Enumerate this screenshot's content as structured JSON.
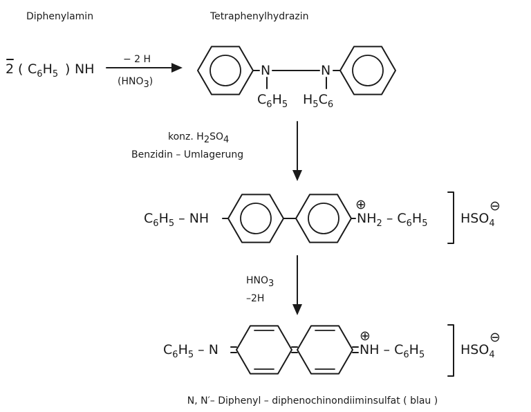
{
  "header": {
    "diphenylamin": "Diphenylamin",
    "tetraphenylhydrazin": "Tetraphenylhydrazin"
  },
  "step1": {
    "reactant_coeff": "2",
    "reactant_phenyl": "C6H5",
    "reactant_nh": "NH",
    "reagent_top": "− 2 H",
    "reagent_bottom": "HNO3"
  },
  "hydrazine": {
    "n_left": "N",
    "n_right": "N",
    "sub_left": "C6H5",
    "sub_right": "H5C6"
  },
  "step2": {
    "reagent_line1": "konz. H2SO4",
    "reagent_line2": "Benzidin – Umlagerung"
  },
  "benzidine": {
    "left_group": "C6H5 – NH",
    "right_group": "NH2 – C6H5",
    "charge": "⊕",
    "anion": "HSO4",
    "anion_charge": "⊖"
  },
  "step3": {
    "reagent_line1": "HNO3",
    "reagent_line2": "–2H"
  },
  "quinoid": {
    "left_group": "C6H5 – N",
    "right_group": "NH – C6H5",
    "charge": "⊕",
    "anion": "HSO4",
    "anion_charge": "⊖"
  },
  "product_name": "N, N′– Diphenyl – diphenochinondiiminsulfat ( blau )"
}
